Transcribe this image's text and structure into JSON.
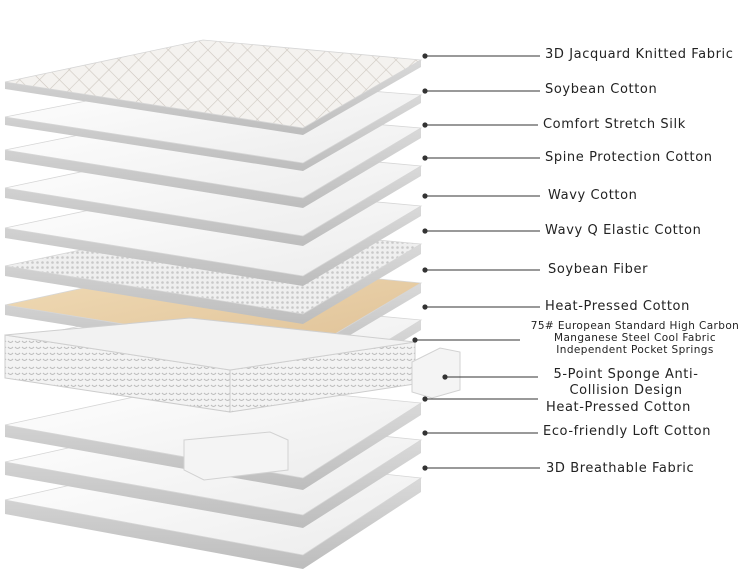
{
  "diagram": {
    "layers": [
      {
        "label": "3D Jacquard Knitted Fabric"
      },
      {
        "label": "Soybean Cotton"
      },
      {
        "label": "Comfort Stretch Silk"
      },
      {
        "label": "Spine Protection Cotton"
      },
      {
        "label": "Wavy Cotton"
      },
      {
        "label": "Wavy Q Elastic Cotton"
      },
      {
        "label": "Soybean Fiber"
      },
      {
        "label": "Heat-Pressed Cotton"
      },
      {
        "label_lines": [
          "75# European Standard High Carbon",
          "Manganese Steel Cool Fabric",
          "Independent Pocket Springs"
        ]
      },
      {
        "label_lines": [
          "5-Point Sponge Anti-",
          "Collision Design"
        ]
      },
      {
        "label": "Heat-Pressed Cotton"
      },
      {
        "label": "Eco-friendly Loft Cotton"
      },
      {
        "label": "3D Breathable Fabric"
      }
    ],
    "colors": {
      "sheet": "#f6f6f6",
      "sheet_edge": "#cfcfcf",
      "fiber": "#e9d2aa",
      "mesh": "#e6e6e6",
      "leader": "#333333"
    }
  }
}
